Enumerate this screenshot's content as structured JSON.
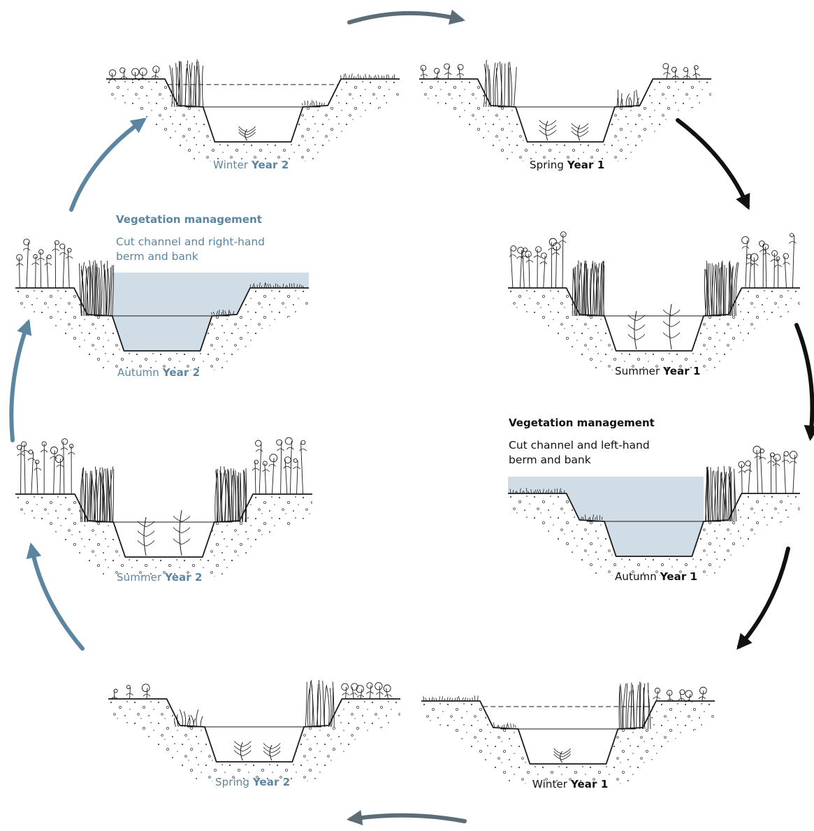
{
  "colors": {
    "year1": "#111111",
    "year2": "#5b85a1",
    "cut_shade": "#d0dce6",
    "ink": "#1a1a1a"
  },
  "panels": [
    {
      "id": "spring-year-1",
      "season": "Spring",
      "year": "Year 1",
      "group": "year1"
    },
    {
      "id": "summer-year-1",
      "season": "Summer",
      "year": "Year 1",
      "group": "year1"
    },
    {
      "id": "autumn-year-1",
      "season": "Autumn",
      "year": "Year 1",
      "group": "year1"
    },
    {
      "id": "winter-year-1",
      "season": "Winter",
      "year": "Year 1",
      "group": "year1"
    },
    {
      "id": "spring-year-2",
      "season": "Spring",
      "year": "Year 2",
      "group": "year2"
    },
    {
      "id": "summer-year-2",
      "season": "Summer",
      "year": "Year 2",
      "group": "year2"
    },
    {
      "id": "autumn-year-2",
      "season": "Autumn",
      "year": "Year 2",
      "group": "year2"
    },
    {
      "id": "winter-year-2",
      "season": "Winter",
      "year": "Year 2",
      "group": "year2"
    }
  ],
  "management": {
    "left_hand": {
      "heading": "Vegetation management",
      "line1": "Cut channel and left-hand",
      "line2": "berm and bank"
    },
    "right_hand": {
      "heading": "Vegetation management",
      "line1": "Cut channel and right-hand",
      "line2": "berm and bank"
    }
  },
  "arrow_icons": [
    "cycle-arrow-icon"
  ]
}
